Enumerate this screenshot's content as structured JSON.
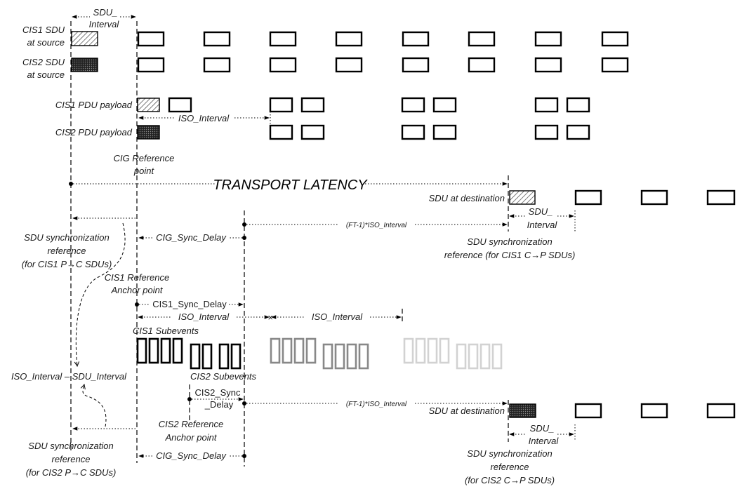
{
  "labels": {
    "sdu_interval_top": [
      "SDU_",
      "Interval"
    ],
    "cis1_sdu_src": [
      "CIS1 SDU",
      "at source"
    ],
    "cis2_sdu_src": [
      "CIS2 SDU",
      "at source"
    ],
    "cis1_pdu": "CIS1 PDU payload",
    "cis2_pdu": "CIS2 PDU payload",
    "iso_interval": "ISO_Interval",
    "cig_ref": [
      "CIG Reference",
      "point"
    ],
    "transport_latency": "TRANSPORT LATENCY",
    "sdu_at_dest_1": "SDU at destination",
    "sdu_at_dest_2": "SDU at destination",
    "sdu_interval_dest1": [
      "SDU_",
      "Interval"
    ],
    "sdu_interval_dest2": [
      "SDU_",
      "Interval"
    ],
    "ft_iso_1": "(FT-1)*ISO_Interval",
    "ft_iso_2": "(FT-1)*ISO_Interval",
    "sync_ref_cis1_pc": [
      "SDU synchronization",
      "reference",
      "(for CIS1 P→C SDUs)"
    ],
    "sync_ref_cis1_cp": [
      "SDU synchronization",
      "reference (for CIS1 C→P SDUs)"
    ],
    "sync_ref_cis2_pc": [
      "SDU synchronization",
      "reference",
      "(for CIS2 P→C SDUs)"
    ],
    "sync_ref_cis2_cp": [
      "SDU synchronization",
      "reference",
      "(for CIS2 C→P SDUs)"
    ],
    "cig_sync_delay_1": "CIG_Sync_Delay",
    "cig_sync_delay_2": "CIG_Sync_Delay",
    "cis1_anchor": [
      "CIS1 Reference",
      "Anchor point"
    ],
    "cis1_sync_delay": "CIS1_Sync_Delay",
    "iso_interval_a": "ISO_Interval",
    "iso_interval_b": "ISO_Interval",
    "cis1_subevents": "CIS1 Subevents",
    "cis2_subevents": "CIS2 Subevents",
    "iso_minus_sdu": "ISO_Interval – SDU_Interval",
    "cis2_sync_delay": [
      "CIS2_Sync",
      "_Delay"
    ],
    "cis2_anchor": [
      "CIS2 Reference",
      "Anchor point"
    ]
  }
}
